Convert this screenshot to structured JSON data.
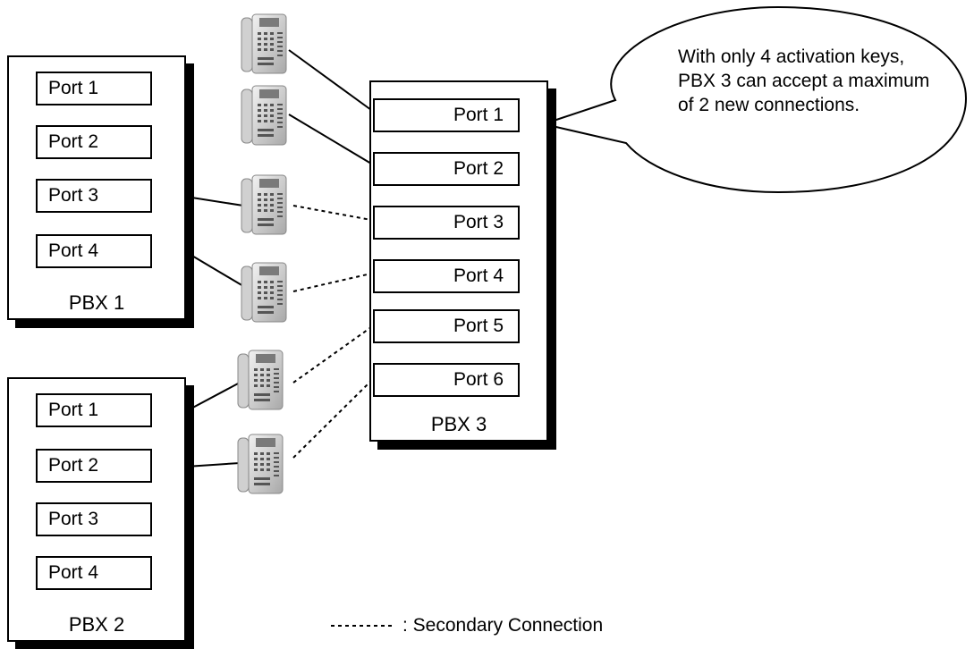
{
  "pbx1": {
    "label": "PBX 1",
    "ports": [
      "Port 1",
      "Port 2",
      "Port 3",
      "Port 4"
    ]
  },
  "pbx2": {
    "label": "PBX 2",
    "ports": [
      "Port 1",
      "Port 2",
      "Port 3",
      "Port 4"
    ]
  },
  "pbx3": {
    "label": "PBX 3",
    "ports": [
      "Port 1",
      "Port 2",
      "Port 3",
      "Port 4",
      "Port 5",
      "Port 6"
    ]
  },
  "callout": {
    "text": "With only 4 activation keys, PBX 3 can accept a maximum of 2 new connections."
  },
  "legend": {
    "symbol": "- - - - - - -",
    "text": ":  Secondary Connection"
  },
  "icons": {
    "phone": "phone-icon"
  }
}
